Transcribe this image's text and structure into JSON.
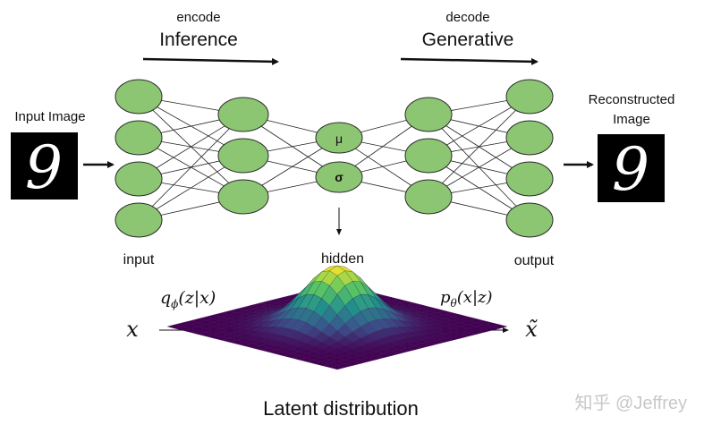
{
  "labels": {
    "encode_small": "encode",
    "encode_big": "Inference",
    "decode_small": "decode",
    "decode_big": "Generative",
    "input_image": "Input Image",
    "reconstructed_line1": "Reconstructed",
    "reconstructed_line2": "Image",
    "input_layer": "input",
    "hidden_layer": "hidden",
    "output_layer": "output",
    "mu": "μ",
    "sigma": "σ",
    "latent": "Latent distribution",
    "q_main": "q",
    "q_sub": "ϕ",
    "q_args": "(z|x)",
    "p_main": "p",
    "p_sub": "θ",
    "p_args": "(x|z)",
    "x_var": "x",
    "x_tilde": "x̃",
    "watermark": "知乎 @Jeffrey",
    "digit": "9"
  },
  "colors": {
    "node_fill": "#8cc673",
    "node_stroke": "#2b2b2b",
    "arrow": "#111111",
    "image_bg": "#000000",
    "digit": "#ffffff",
    "watermark": "#c8c8c8",
    "surface": [
      "#440154",
      "#3b528b",
      "#21908d",
      "#5dc963",
      "#fde725"
    ]
  },
  "network": {
    "layer_sizes": [
      4,
      3,
      2,
      3,
      4
    ]
  }
}
